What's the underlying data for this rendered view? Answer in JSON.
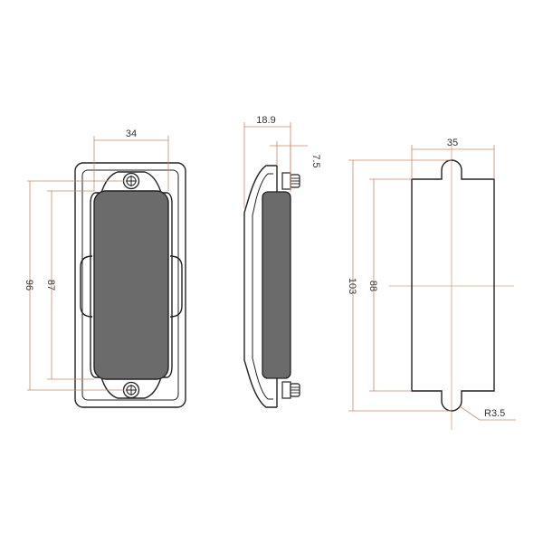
{
  "colors": {
    "outline": "#222222",
    "dimension_line": "#c98a6a",
    "center_line": "#d9a27f",
    "grip_fill": "#6b6b6b",
    "text": "#333333"
  },
  "front_view": {
    "width_label": "34",
    "outer_height_label": "96",
    "inner_height_label": "87"
  },
  "side_view": {
    "depth_label": "18.9",
    "lip_label": "7.5"
  },
  "cutout_view": {
    "width_label": "35",
    "outer_height_label": "103",
    "inner_height_label": "88",
    "radius_label": "R3.5"
  }
}
